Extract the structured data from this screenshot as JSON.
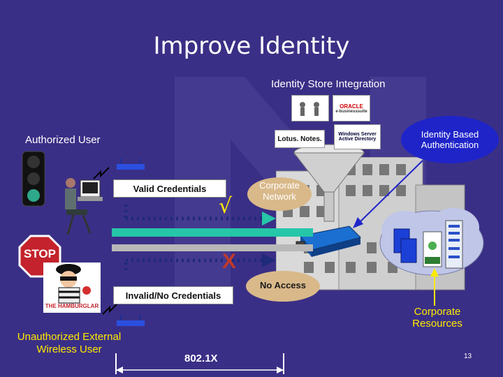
{
  "slide": {
    "title": "Improve Identity",
    "identity_store_label": "Identity Store Integration",
    "authorized_user": "Authorized User",
    "identity_auth": "Identity Based Authentication",
    "valid_credentials": "Valid Credentials",
    "corporate_network": "Corporate Network",
    "invalid_credentials": "Invalid/No Credentials",
    "no_access": "No Access",
    "corporate_resources": "Corporate Resources",
    "unauthorized_user": "Unauthorized External Wireless User",
    "protocol_label": "802.1X",
    "valid_mark": "√",
    "invalid_mark": "X",
    "stop_sign": "STOP",
    "hamburglar_caption": "THE HAMBURGLAR",
    "page_number": "13",
    "logos": {
      "oracle": "ORACLE",
      "ebusiness": "e-businesssuite",
      "lotus": "Lotus. Notes.",
      "windows": "Windows Server Active Directory"
    }
  },
  "colors": {
    "background": "#3a2f86",
    "accent_blue": "#1f24c9",
    "valid_green": "#26c6a8",
    "invalid_gray": "#b8b8b8",
    "dotted_navy": "#1f2a7a",
    "yellow": "#ffea00",
    "x_red": "#c0392b"
  }
}
